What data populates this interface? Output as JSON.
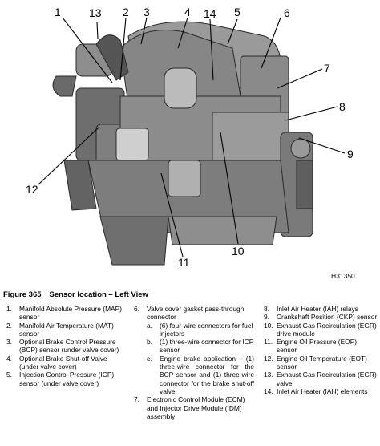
{
  "callouts": [
    "1",
    "2",
    "3",
    "4",
    "5",
    "6",
    "7",
    "8",
    "9",
    "10",
    "11",
    "12",
    "13",
    "14"
  ],
  "figure_id": "H31350",
  "caption": {
    "label": "Figure 365",
    "title": "Sensor location – Left View"
  },
  "legend": {
    "col1": [
      {
        "num": "1.",
        "text": "Manifold Absolute Pressure (MAP) sensor"
      },
      {
        "num": "2.",
        "text": "Manifold Air Temperature (MAT) sensor"
      },
      {
        "num": "3.",
        "text": "Optional Brake Control Pressure (BCP) sensor (under valve cover)"
      },
      {
        "num": "4.",
        "text": "Optional Brake Shut-off Valve (under valve cover)"
      },
      {
        "num": "5.",
        "text": "Injection Control Pressure (ICP) sensor (under valve cover)"
      }
    ],
    "col2": {
      "item6": {
        "num": "6.",
        "text": "Valve cover gasket pass-through connector"
      },
      "subs": [
        {
          "num": "a.",
          "text": "(6) four-wire connectors for fuel injectors"
        },
        {
          "num": "b.",
          "text": "(1) three-wire connector for ICP sensor"
        },
        {
          "num": "c.",
          "text": "Engine brake application – (1) three-wire connector for the BCP sensor and (1) three-wire connector for the brake shut-off valve."
        }
      ],
      "item7": {
        "num": "7.",
        "text": "Electronic Control Module (ECM) and Injector Drive Module (IDM) assembly"
      }
    },
    "col3": [
      {
        "num": "8.",
        "text": "Inlet Air Heater (IAH) relays"
      },
      {
        "num": "9.",
        "text": "Crankshaft Position (CKP) sensor"
      },
      {
        "num": "10.",
        "text": "Exhaust Gas Recirculation (EGR) drive module"
      },
      {
        "num": "11.",
        "text": "Engine Oil Pressure (EOP) sensor"
      },
      {
        "num": "12.",
        "text": "Engine Oil Temperature (EOT) sensor"
      },
      {
        "num": "13.",
        "text": "Exhaust Gas Recirculation (EGR) valve"
      },
      {
        "num": "14.",
        "text": "Inlet Air Heater (IAH) elements"
      }
    ]
  }
}
